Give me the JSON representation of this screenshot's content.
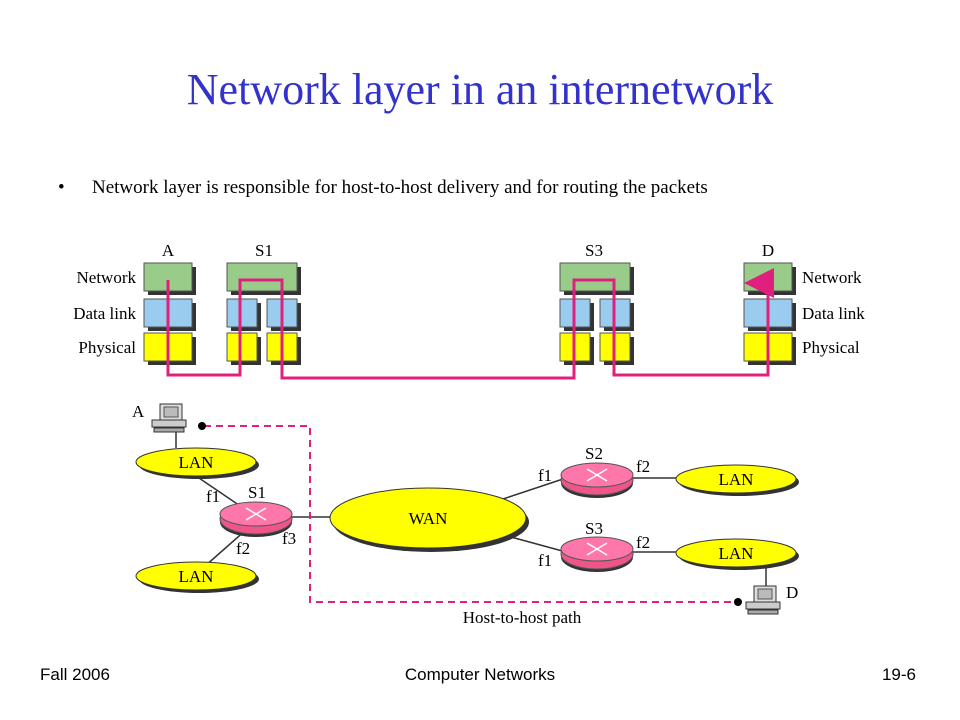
{
  "slide": {
    "title": "Network layer in an internetwork",
    "bullet": "Network layer is responsible for host-to-host delivery and for routing the packets"
  },
  "diagram": {
    "stack_labels": {
      "A": "A",
      "S1": "S1",
      "S3": "S3",
      "D": "D",
      "network_left": "Network",
      "datalink_left": "Data link",
      "physical_left": "Physical",
      "network_right": "Network",
      "datalink_right": "Data link",
      "physical_right": "Physical"
    },
    "topology": {
      "host_a": "A",
      "host_d": "D",
      "lan_top_left": "LAN",
      "lan_bottom_left": "LAN",
      "lan_top_right": "LAN",
      "lan_bottom_right": "LAN",
      "wan": "WAN",
      "s1": "S1",
      "s2": "S2",
      "s3": "S3",
      "s1_f1": "f1",
      "s1_f2": "f2",
      "s1_f3": "f3",
      "s2_f1": "f1",
      "s2_f2": "f2",
      "s3_f1": "f1",
      "s3_f2": "f2",
      "path_label": "Host-to-host path"
    },
    "colors": {
      "network": "#99cc88",
      "datalink": "#99ccee",
      "physical": "#ffff00",
      "path": "#e0207f",
      "router": "#ee5588",
      "lan": "#ffff00",
      "title": "#3333cc"
    }
  },
  "footer": {
    "left": "Fall 2006",
    "center": "Computer Networks",
    "right": "19-6"
  }
}
